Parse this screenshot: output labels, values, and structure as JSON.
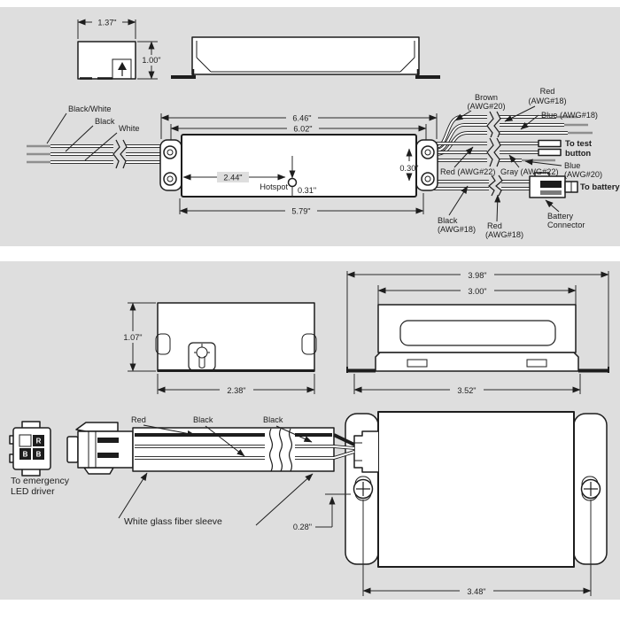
{
  "colors": {
    "panel_bg": "#dedede",
    "line": "#1d1d1d"
  },
  "panel1": {
    "end_view": {
      "dim_width": "1.37\"",
      "dim_height": "1.00\""
    },
    "driver": {
      "dim_overall": "6.46\"",
      "dim_body": "6.02\"",
      "dim_hotspot_x": "2.44\"",
      "dim_wire_offset": "0.30\"",
      "dim_hotspot_y": "0.31\"",
      "dim_bottom": "5.79\"",
      "hotspot_label": "Hotspot"
    },
    "input_leads": {
      "wire1": "Black/White",
      "wire2": "Black",
      "wire3": "White"
    },
    "output_leads": {
      "brown": "Brown",
      "brown_awg": "(AWG#20)",
      "red_top": "Red",
      "red_top_awg": "(AWG#18)",
      "blue_top": "Blue (AWG#18)",
      "red_mid": "Red (AWG#22)",
      "gray_mid": "Gray (AWG#22)",
      "blue_mid": "Blue",
      "blue_mid_awg": "(AWG#20)",
      "to_test_line1": "To test",
      "to_test_line2": "button",
      "black_bot": "Black",
      "black_bot_awg": "(AWG#18)",
      "red_bot": "Red",
      "red_bot_awg": "(AWG#18)",
      "to_battery": "To battery",
      "battery_conn_line1": "Battery",
      "battery_conn_line2": "Connector"
    }
  },
  "panel2": {
    "front_view": {
      "dim_overall": "3.98\"",
      "dim_top": "3.00\"",
      "dim_bottom": "3.52\""
    },
    "side_view": {
      "dim_height": "1.07\"",
      "dim_width": "2.38\""
    },
    "top_view": {
      "dim_hole_span": "3.48\"",
      "dim_edge": "0.28\""
    },
    "harness": {
      "red": "Red",
      "black1": "Black",
      "black2": "Black",
      "sleeve": "White glass fiber sleeve",
      "emergency_line1": "To emergency",
      "emergency_line2": "LED driver",
      "pin_r": "R",
      "pin_b1": "B",
      "pin_b2": "B"
    }
  }
}
